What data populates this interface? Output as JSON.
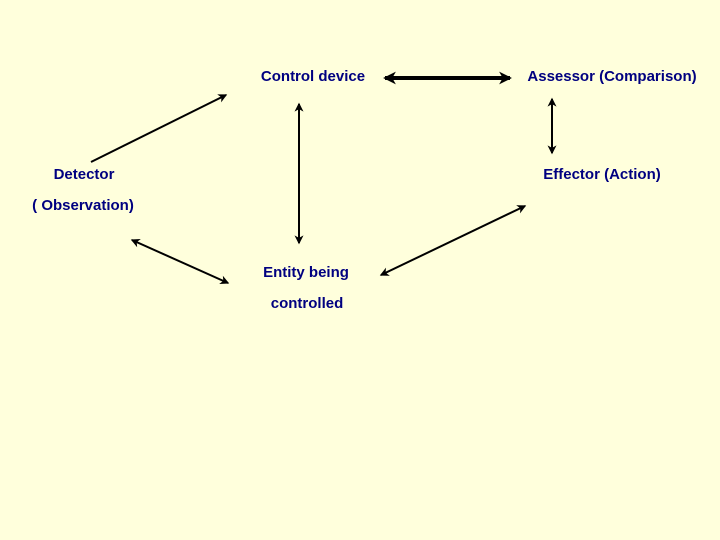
{
  "slide": {
    "type": "feedback-control-loop-diagram",
    "background_color": "#FFFFDC",
    "text_color": "#000080",
    "arrow_color": "#000000"
  },
  "labels": {
    "control_device": "Control device",
    "assessor": "Assessor (Comparison)",
    "detector": "Detector",
    "observation": "( Observation)",
    "effector": "Effector (Action)",
    "entity_line1": "Entity being",
    "entity_line2": "controlled"
  },
  "connections": [
    {
      "from": "control_device",
      "to": "assessor",
      "bidirectional": true,
      "style": "thick"
    },
    {
      "from": "detector",
      "to": "control_device",
      "bidirectional": false,
      "style": "thin"
    },
    {
      "from": "control_device",
      "to": "entity_being_controlled",
      "bidirectional": true,
      "style": "thin"
    },
    {
      "from": "assessor",
      "to": "effector",
      "bidirectional": true,
      "style": "thin"
    },
    {
      "from": "observation",
      "to": "entity_being_controlled",
      "bidirectional": true,
      "style": "thin"
    },
    {
      "from": "entity_being_controlled",
      "to": "effector",
      "bidirectional": true,
      "style": "thin"
    }
  ]
}
